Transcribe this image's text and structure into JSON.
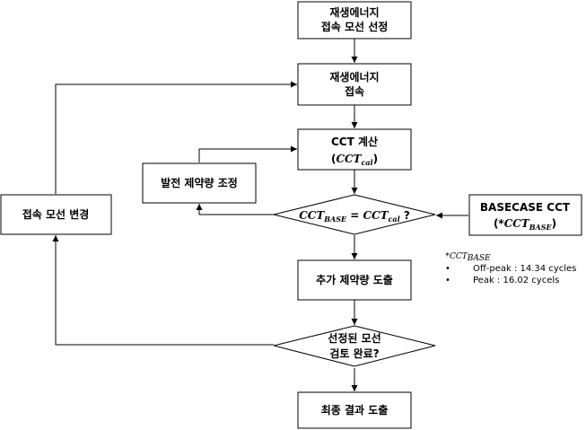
{
  "nodes": {
    "select_bus": {
      "line1": "재생에너지",
      "line2": "접속 모선 선정"
    },
    "connect": {
      "line1": "재생에너지",
      "line2": "접속"
    },
    "cct_calc": {
      "line1": "CCT 계산",
      "math_open": "(",
      "math_base": "CCT",
      "math_sub": "cal",
      "math_close": ")"
    },
    "adjust": {
      "label": "발전 제약량 조정"
    },
    "change_bus": {
      "label": "접속 모선 변경"
    },
    "compare": {
      "left_base": "CCT",
      "left_sub": "BASE",
      "equals": " = ",
      "right_base": "CCT",
      "right_sub": "cal",
      "question": " ?"
    },
    "basecase": {
      "line1": "BASECASE  CCT",
      "line2_open": "(*",
      "line2_base": "CCT",
      "line2_sub": "BASE",
      "line2_close": ")"
    },
    "derive_extra": {
      "label": "추가 제약량 도출"
    },
    "review_done": {
      "line1": "선정된  모선",
      "line2": "검토 완료?"
    },
    "final": {
      "label": "최종 결과 도출"
    }
  },
  "note": {
    "star": "*",
    "base": "CCT",
    "sub": "BASE",
    "bullets": [
      {
        "symbol": "•",
        "text": "Off-peak : 14.34 cycles"
      },
      {
        "symbol": "•",
        "text": "Peak : 16.02 cycels"
      }
    ]
  }
}
